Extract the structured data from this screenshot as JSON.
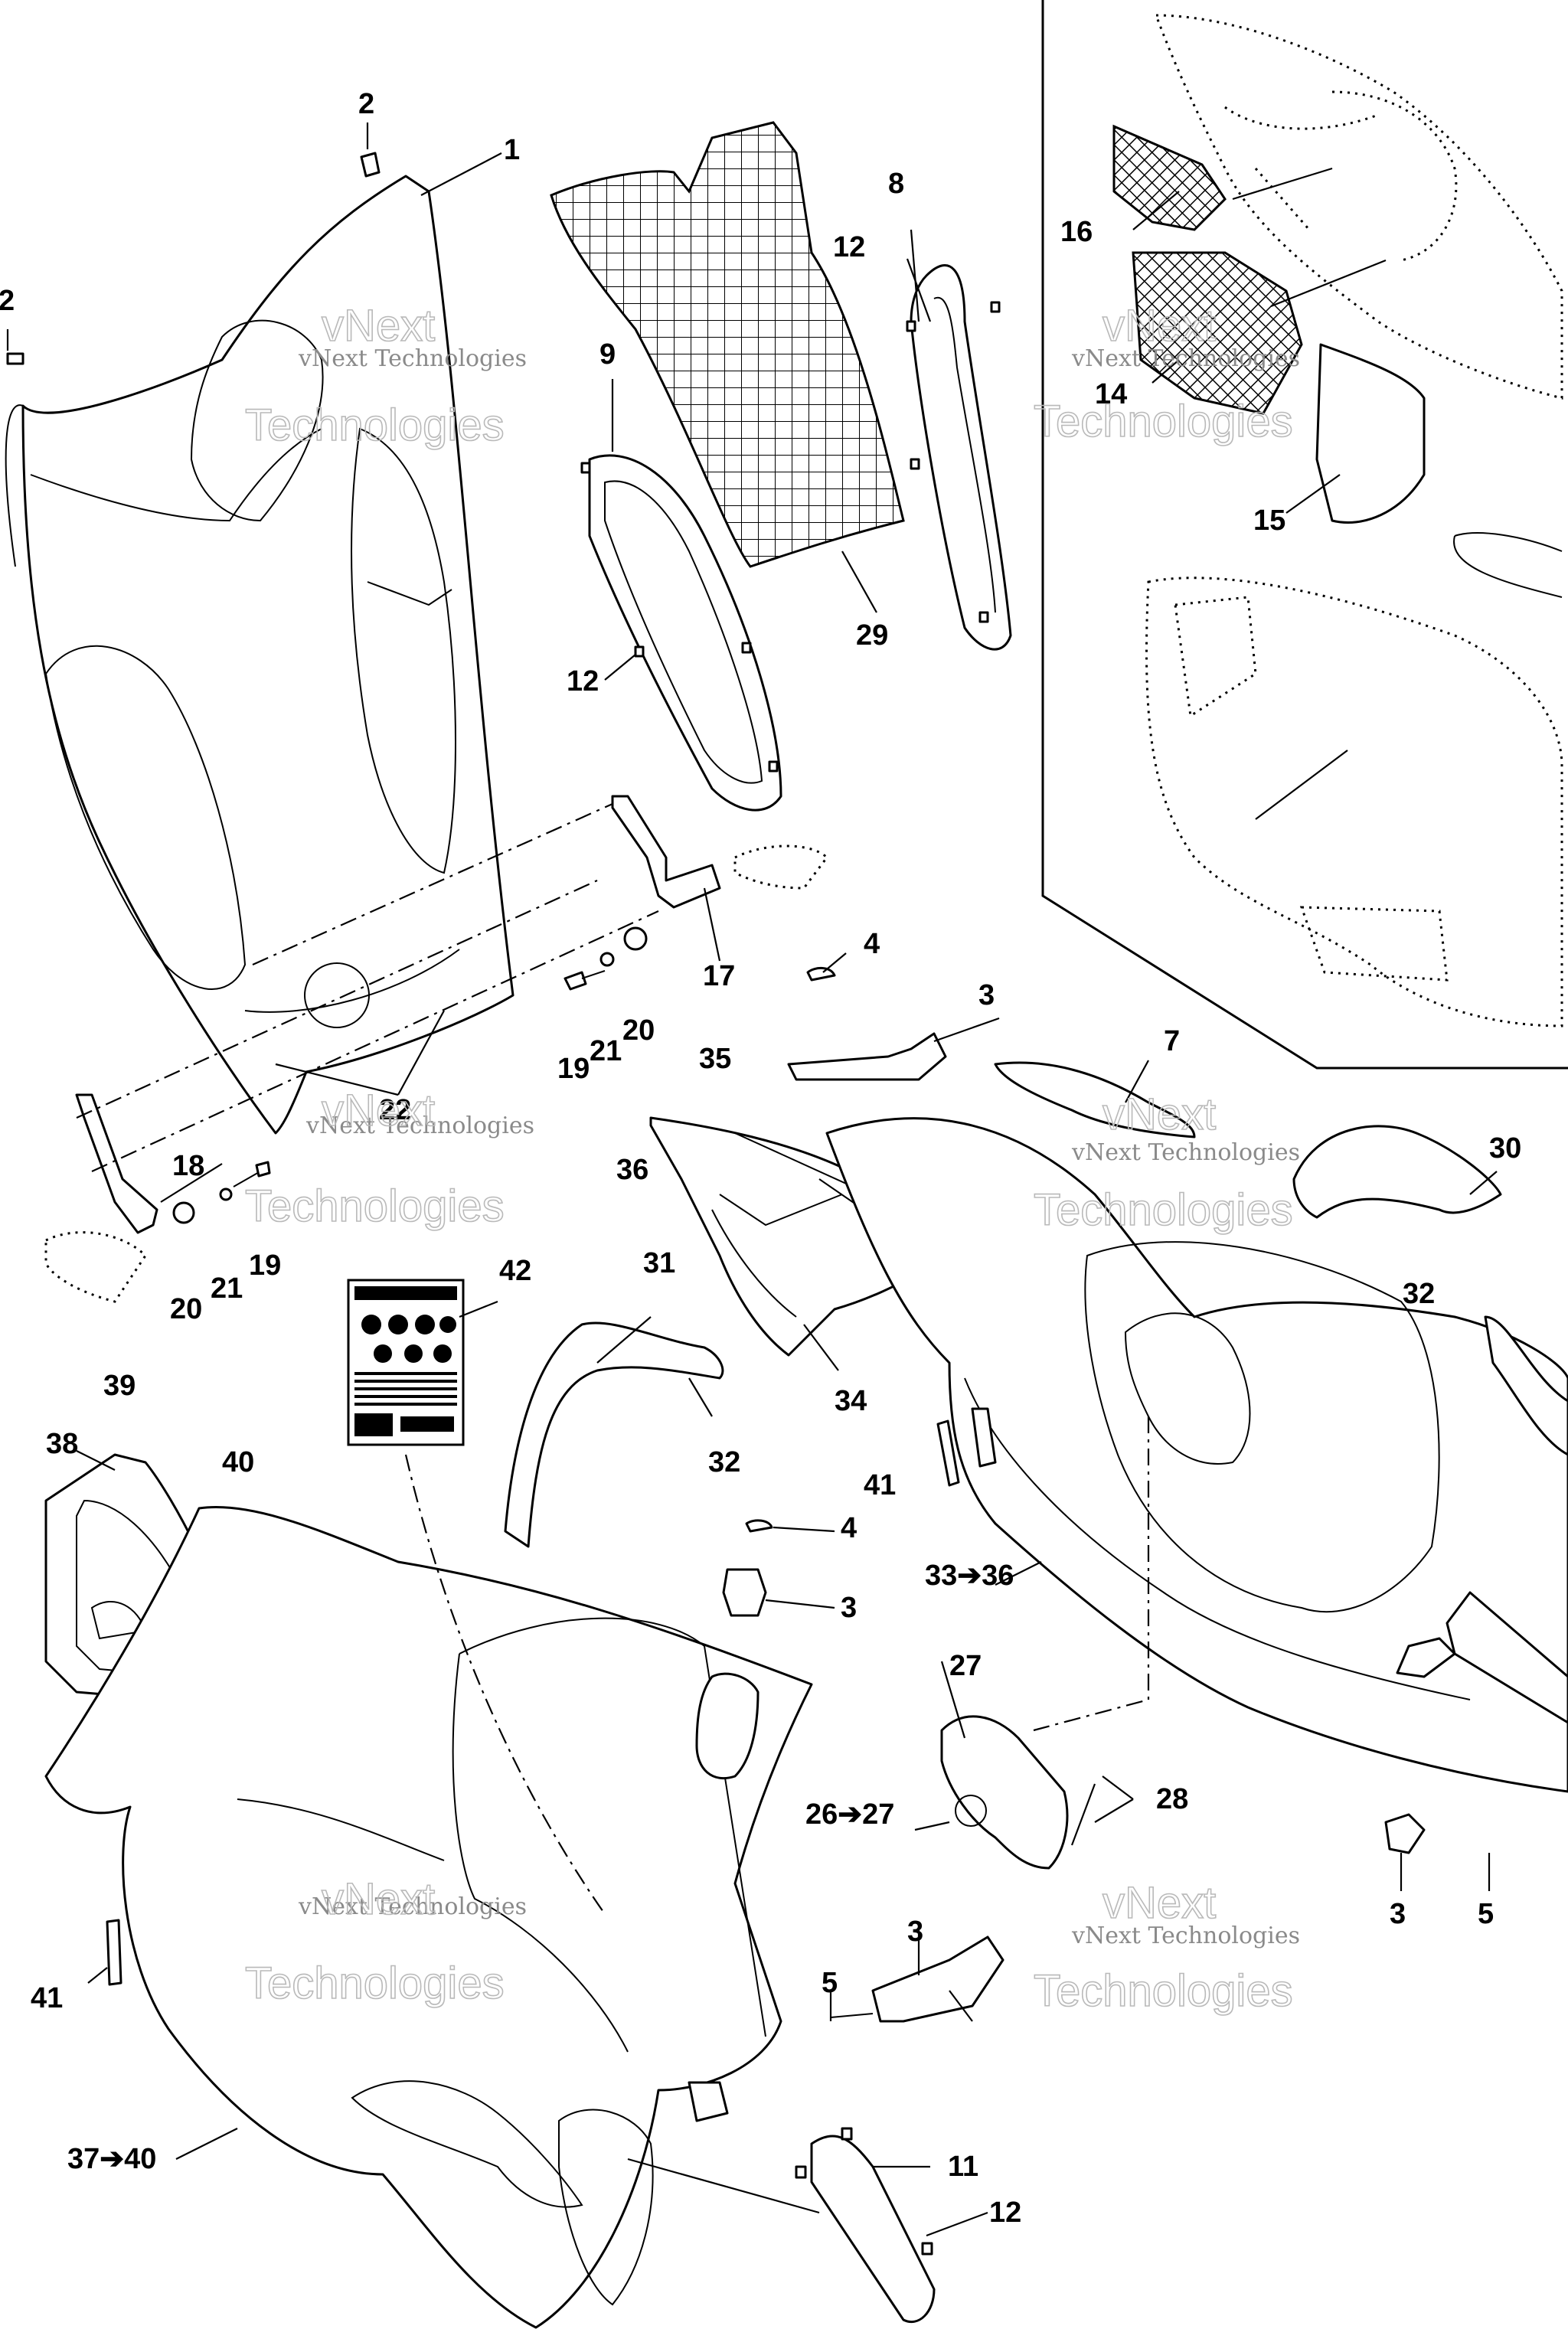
{
  "watermark": {
    "line1": "vNext",
    "line2": "Technologies",
    "full": "vNext Technologies"
  },
  "callouts": {
    "c1": "1",
    "c2a": "2",
    "c2b": "2",
    "c3a": "3",
    "c3b": "3",
    "c3c": "3",
    "c3d": "3",
    "c4a": "4",
    "c4b": "4",
    "c5a": "5",
    "c5b": "5",
    "c7": "7",
    "c8": "8",
    "c9": "9",
    "c11": "11",
    "c12a": "12",
    "c12b": "12",
    "c12c": "12",
    "c14": "14",
    "c15": "15",
    "c16": "16",
    "c17": "17",
    "c18": "18",
    "c19a": "19",
    "c19b": "19",
    "c20a": "20",
    "c20b": "20",
    "c21a": "21",
    "c21b": "21",
    "c22": "22",
    "c26": "26➔27",
    "c27": "27",
    "c28": "28",
    "c29": "29",
    "c30": "30",
    "c31": "31",
    "c32a": "32",
    "c32b": "32",
    "c33": "33➔36",
    "c34": "34",
    "c35": "35",
    "c36": "36",
    "c37": "37➔40",
    "c38": "38",
    "c39": "39",
    "c40": "40",
    "c41a": "41",
    "c41b": "41",
    "c42": "42"
  }
}
